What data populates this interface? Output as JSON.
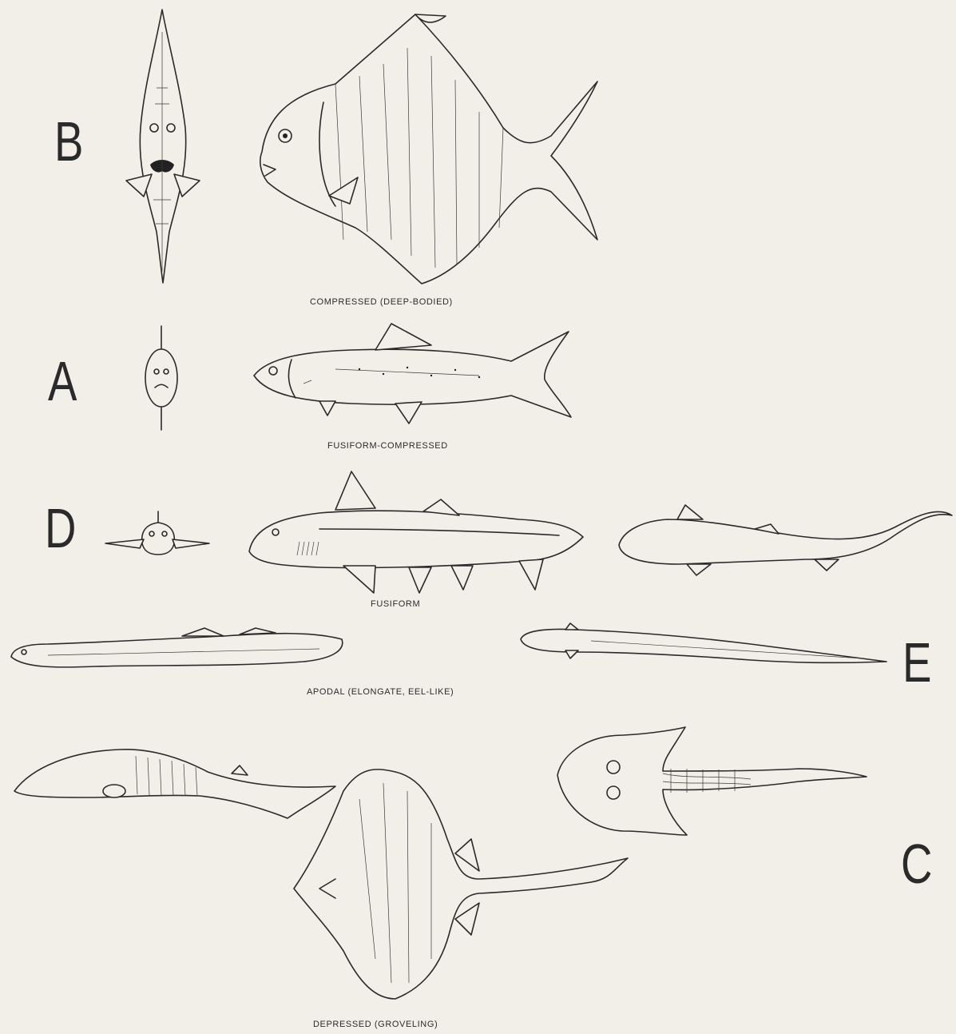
{
  "labels": {
    "a": "A",
    "b": "B",
    "c": "C",
    "d": "D",
    "e": "E"
  },
  "captions": {
    "compressed": "COMPRESSED (DEEP-BODIED)",
    "fusiform_compressed": "FUSIFORM-COMPRESSED",
    "fusiform": "FUSIFORM",
    "apodal": "APODAL (ELONGATE, EEL-LIKE)",
    "depressed": "DEPRESSED (GROVELING)"
  },
  "colors": {
    "paper": "#f2efe8",
    "ink": "#2a2a2a"
  }
}
